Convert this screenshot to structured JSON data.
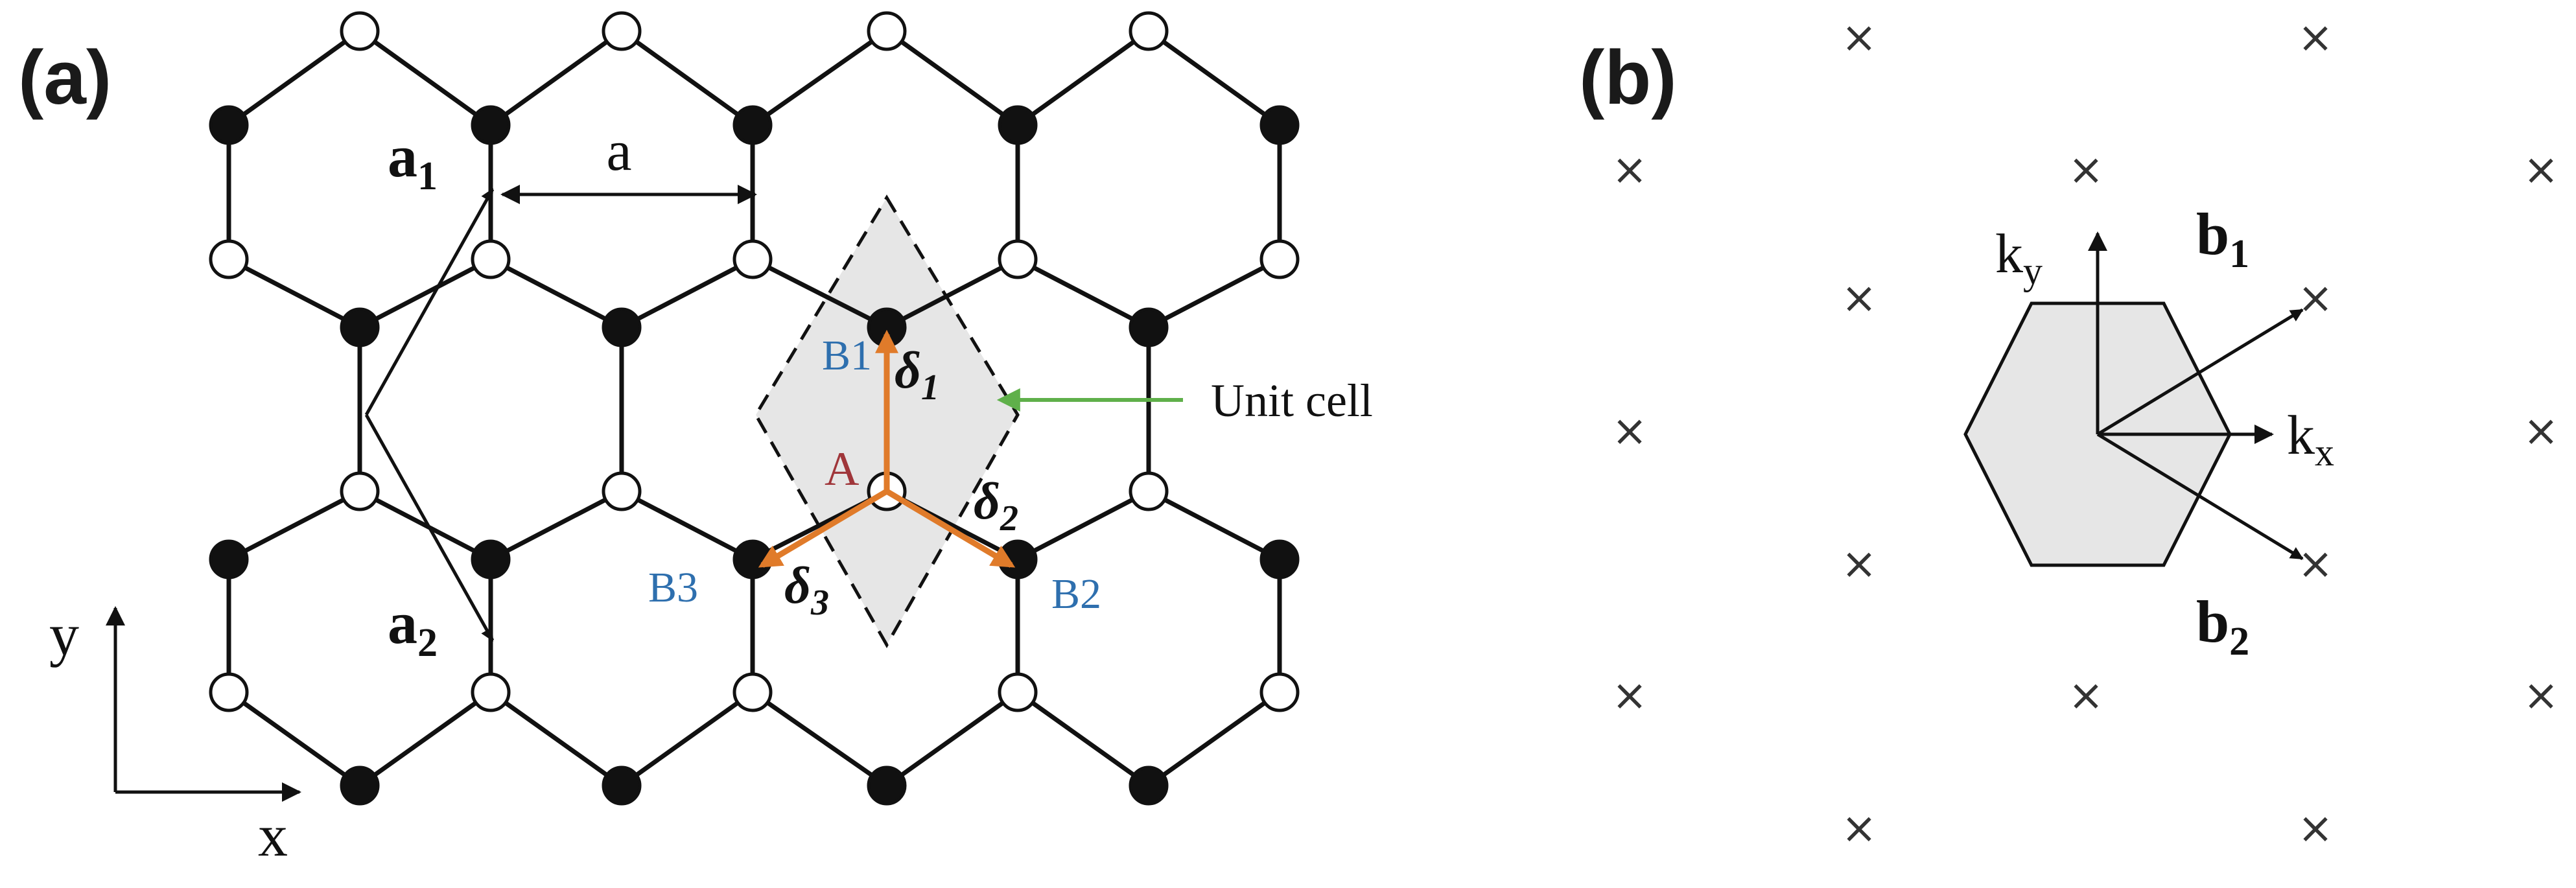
{
  "panel_a": {
    "label": "(a)",
    "lattice_constant_label": "a",
    "vector_a1": {
      "main": "a",
      "sub": "1"
    },
    "vector_a2": {
      "main": "a",
      "sub": "2"
    },
    "site_A": "A",
    "site_B1": "B1",
    "site_B2": "B2",
    "site_B3": "B3",
    "delta1": {
      "main": "δ",
      "sub": "1"
    },
    "delta2": {
      "main": "δ",
      "sub": "2"
    },
    "delta3": {
      "main": "δ",
      "sub": "3"
    },
    "unit_cell_label": "Unit cell",
    "axis_x": "x",
    "axis_y": "y"
  },
  "panel_b": {
    "label": "(b)",
    "axis_kx": {
      "main": "k",
      "sub": "x"
    },
    "axis_ky": {
      "main": "k",
      "sub": "y"
    },
    "vector_b1": {
      "main": "b",
      "sub": "1"
    },
    "vector_b2": {
      "main": "b",
      "sub": "2"
    },
    "reciprocal_marker": "×"
  },
  "colors": {
    "bond": "#111111",
    "atom_A_fill": "#ffffff",
    "atom_B_fill": "#111111",
    "unit_cell_fill": "#e6e6e6",
    "nearest_neighbor_vectors": "#e07b2a",
    "unit_cell_pointer": "#5fb04a",
    "site_A_text": "#a0363a",
    "site_B_text": "#2e6fae",
    "brillouin_zone_fill": "#e6e6e6"
  }
}
